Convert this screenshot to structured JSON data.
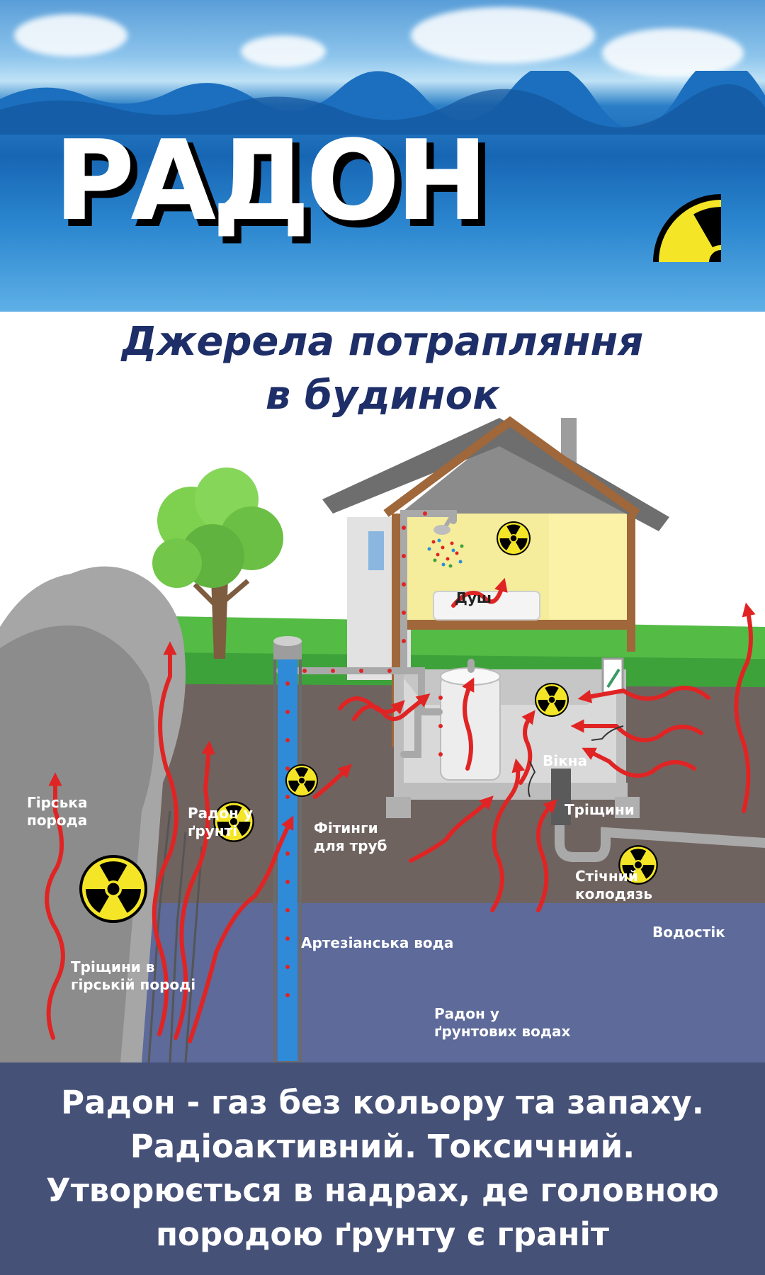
{
  "header": {
    "title": "РАДОН"
  },
  "subtitle": {
    "line1": "Джерела потрапляння",
    "line2": "в будинок"
  },
  "labels": {
    "rock": [
      "Гірська",
      "порода"
    ],
    "soil_radon": [
      "Радон у",
      "ґрунті"
    ],
    "rock_cracks": [
      "Тріщини в",
      "гірській породі"
    ],
    "fittings": [
      "Фітинги",
      "для труб"
    ],
    "artesian": "Артезіанська вода",
    "shower": "Душ",
    "windows": "Вікна",
    "cracks": "Тріщини",
    "sewer": [
      "Стічний",
      "колодязь"
    ],
    "drain": "Водостік",
    "groundwater": [
      "Радон у",
      "ґрунтових водах"
    ]
  },
  "footer": {
    "lines": [
      "Радон - газ без кольору та запаху.",
      "Радіоактивний. Токсичний.",
      "Утворюється в надрах, де головною",
      "породою ґрунту є граніт"
    ]
  },
  "colors": {
    "title": "#ffffff",
    "subtitle": "#1e2e68",
    "footer_bg": "#465178",
    "radiation_yellow": "#f4e627",
    "radon_arrow": "#e02424"
  },
  "icons": [
    "radiation-icon",
    "radon-arrow-icon",
    "shower-icon",
    "tree-icon",
    "house-icon"
  ]
}
